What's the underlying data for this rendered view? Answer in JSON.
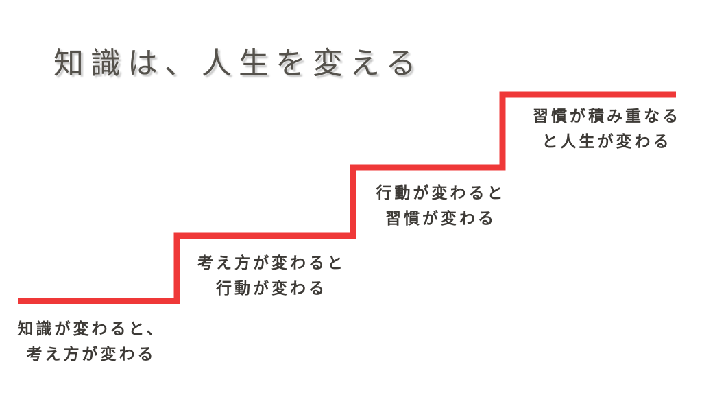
{
  "title": "知識は、人生を変える",
  "colors": {
    "stair_line": "#ef3838",
    "title_text": "#55524c",
    "label_text": "#3d3a36"
  },
  "steps": [
    {
      "line1": "知識が変わると、",
      "line2": "考え方が変わる"
    },
    {
      "line1": "考え方が変わると",
      "line2": "行動が変わる"
    },
    {
      "line1": "行動が変わると",
      "line2": "習慣が変わる"
    },
    {
      "line1": "習慣が積み重なる",
      "line2": "と人生が変わる"
    }
  ]
}
